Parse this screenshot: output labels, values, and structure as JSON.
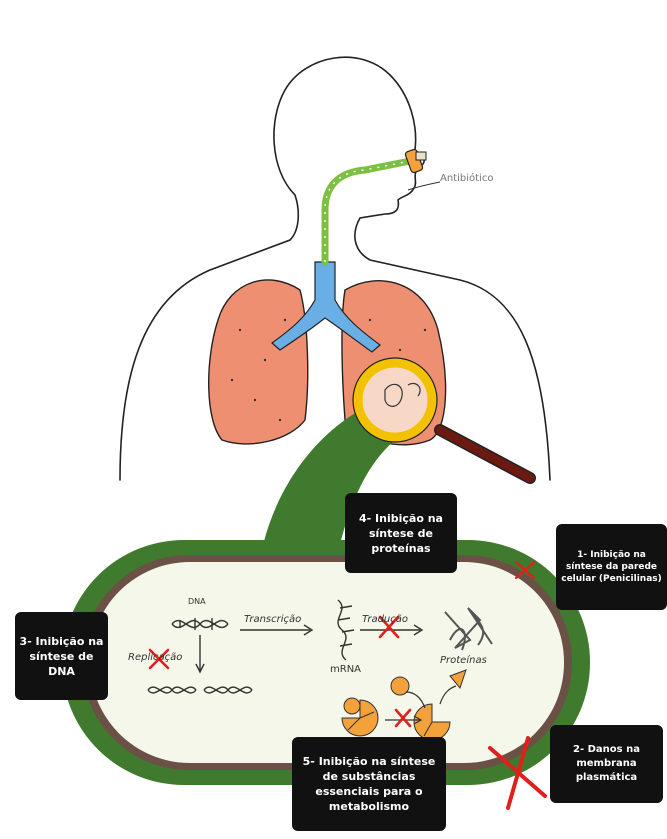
{
  "labels": {
    "antibiotic": "Antibiótico",
    "dna": "DNA",
    "transcription": "Transcrição",
    "translation": "Tradução",
    "mrna": "mRNA",
    "proteins": "Proteínas",
    "replication": "Replicação"
  },
  "callouts": {
    "c1": "1- Inibição na síntese da parede celular (Penicilinas)",
    "c2": "2- Danos na membrana plasmática",
    "c3": "3- Inibição na síntese de DNA",
    "c4": "4- Inibição na síntese de proteínas",
    "c5": "5- Inibição na síntese de substâncias essenciais para o metabolismo"
  },
  "colors": {
    "lung": "#ef8f72",
    "trachea": "#6aaee6",
    "inhaled_path": "#7cc043",
    "cell_wall": "#3f7a2e",
    "membrane": "#6b5046",
    "cytoplasm": "#f5f7ea",
    "cross": "#e0201a",
    "callout_bg": "#111111",
    "enzyme": "#f3a13a",
    "magnifier_rim": "#f2c200",
    "handle": "#6b1a12"
  },
  "icons": [
    "person-outline",
    "lungs",
    "inhaler",
    "magnifier",
    "bacterium",
    "dna-helix",
    "mrna-strand",
    "protein-coil",
    "enzyme-pacman",
    "red-cross"
  ]
}
